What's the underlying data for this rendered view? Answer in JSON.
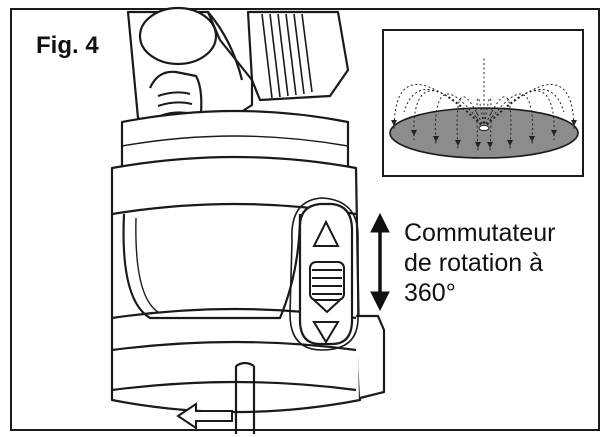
{
  "figure": {
    "label": "Fig. 4",
    "callout": {
      "lines": [
        "Commutateur",
        "de rotation à",
        "360°"
      ]
    }
  },
  "colors": {
    "stroke": "#1a1a1a",
    "disc_fill": "#8c8c8c",
    "body_fill": "#ffffff"
  },
  "icons": [
    "up-triangle-icon",
    "down-triangle-icon",
    "double-arrow-icon",
    "left-arrow-icon"
  ]
}
